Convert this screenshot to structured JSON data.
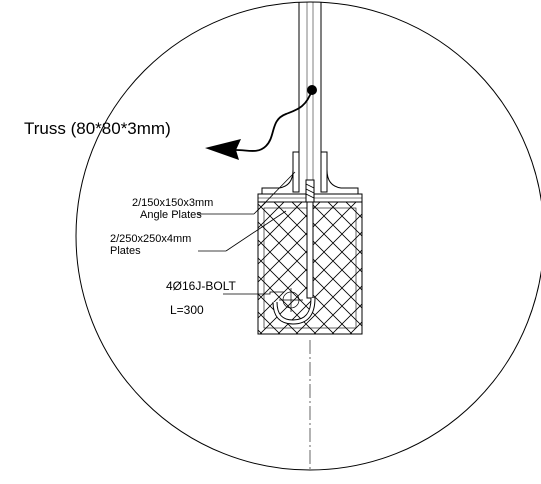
{
  "labels": {
    "truss": "Truss (80*80*3mm)",
    "angle_plates_line1": "2/150x150x3mm",
    "angle_plates_line2": "Angle Plates",
    "plates_line1": "2/250x250x4mm",
    "plates_line2": "Plates",
    "bolt_line1": "4Ø16J-BOLT",
    "bolt_line2": "L=300"
  },
  "colors": {
    "line": "#000000",
    "background": "#ffffff"
  }
}
